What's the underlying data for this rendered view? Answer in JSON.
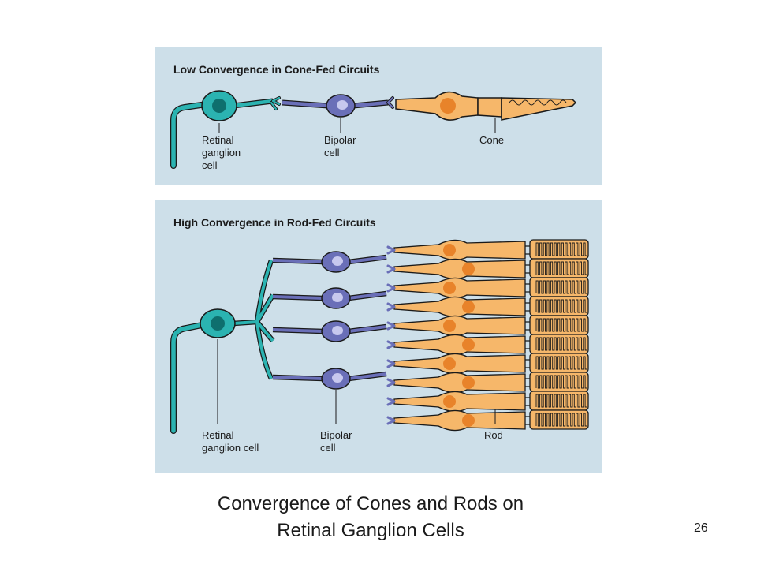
{
  "top_panel": {
    "title": "Low Convergence in Cone-Fed Circuits",
    "labels": {
      "ganglion": "Retinal\nganglion\ncell",
      "bipolar": "Bipolar\ncell",
      "cone": "Cone"
    }
  },
  "bottom_panel": {
    "title": "High Convergence in Rod-Fed Circuits",
    "labels": {
      "ganglion": "Retinal\nganglion cell",
      "bipolar": "Bipolar\ncell",
      "rod": "Rod"
    }
  },
  "caption": "Convergence of Cones and Rods on\nRetinal Ganglion Cells",
  "slide_number": "26",
  "colors": {
    "panel": "#cddfe9",
    "ganglion": "#2bb3b1",
    "bipolar": "#6a6fb8",
    "photoreceptor": "#f6b76a",
    "nucleus": "#e8832a"
  }
}
